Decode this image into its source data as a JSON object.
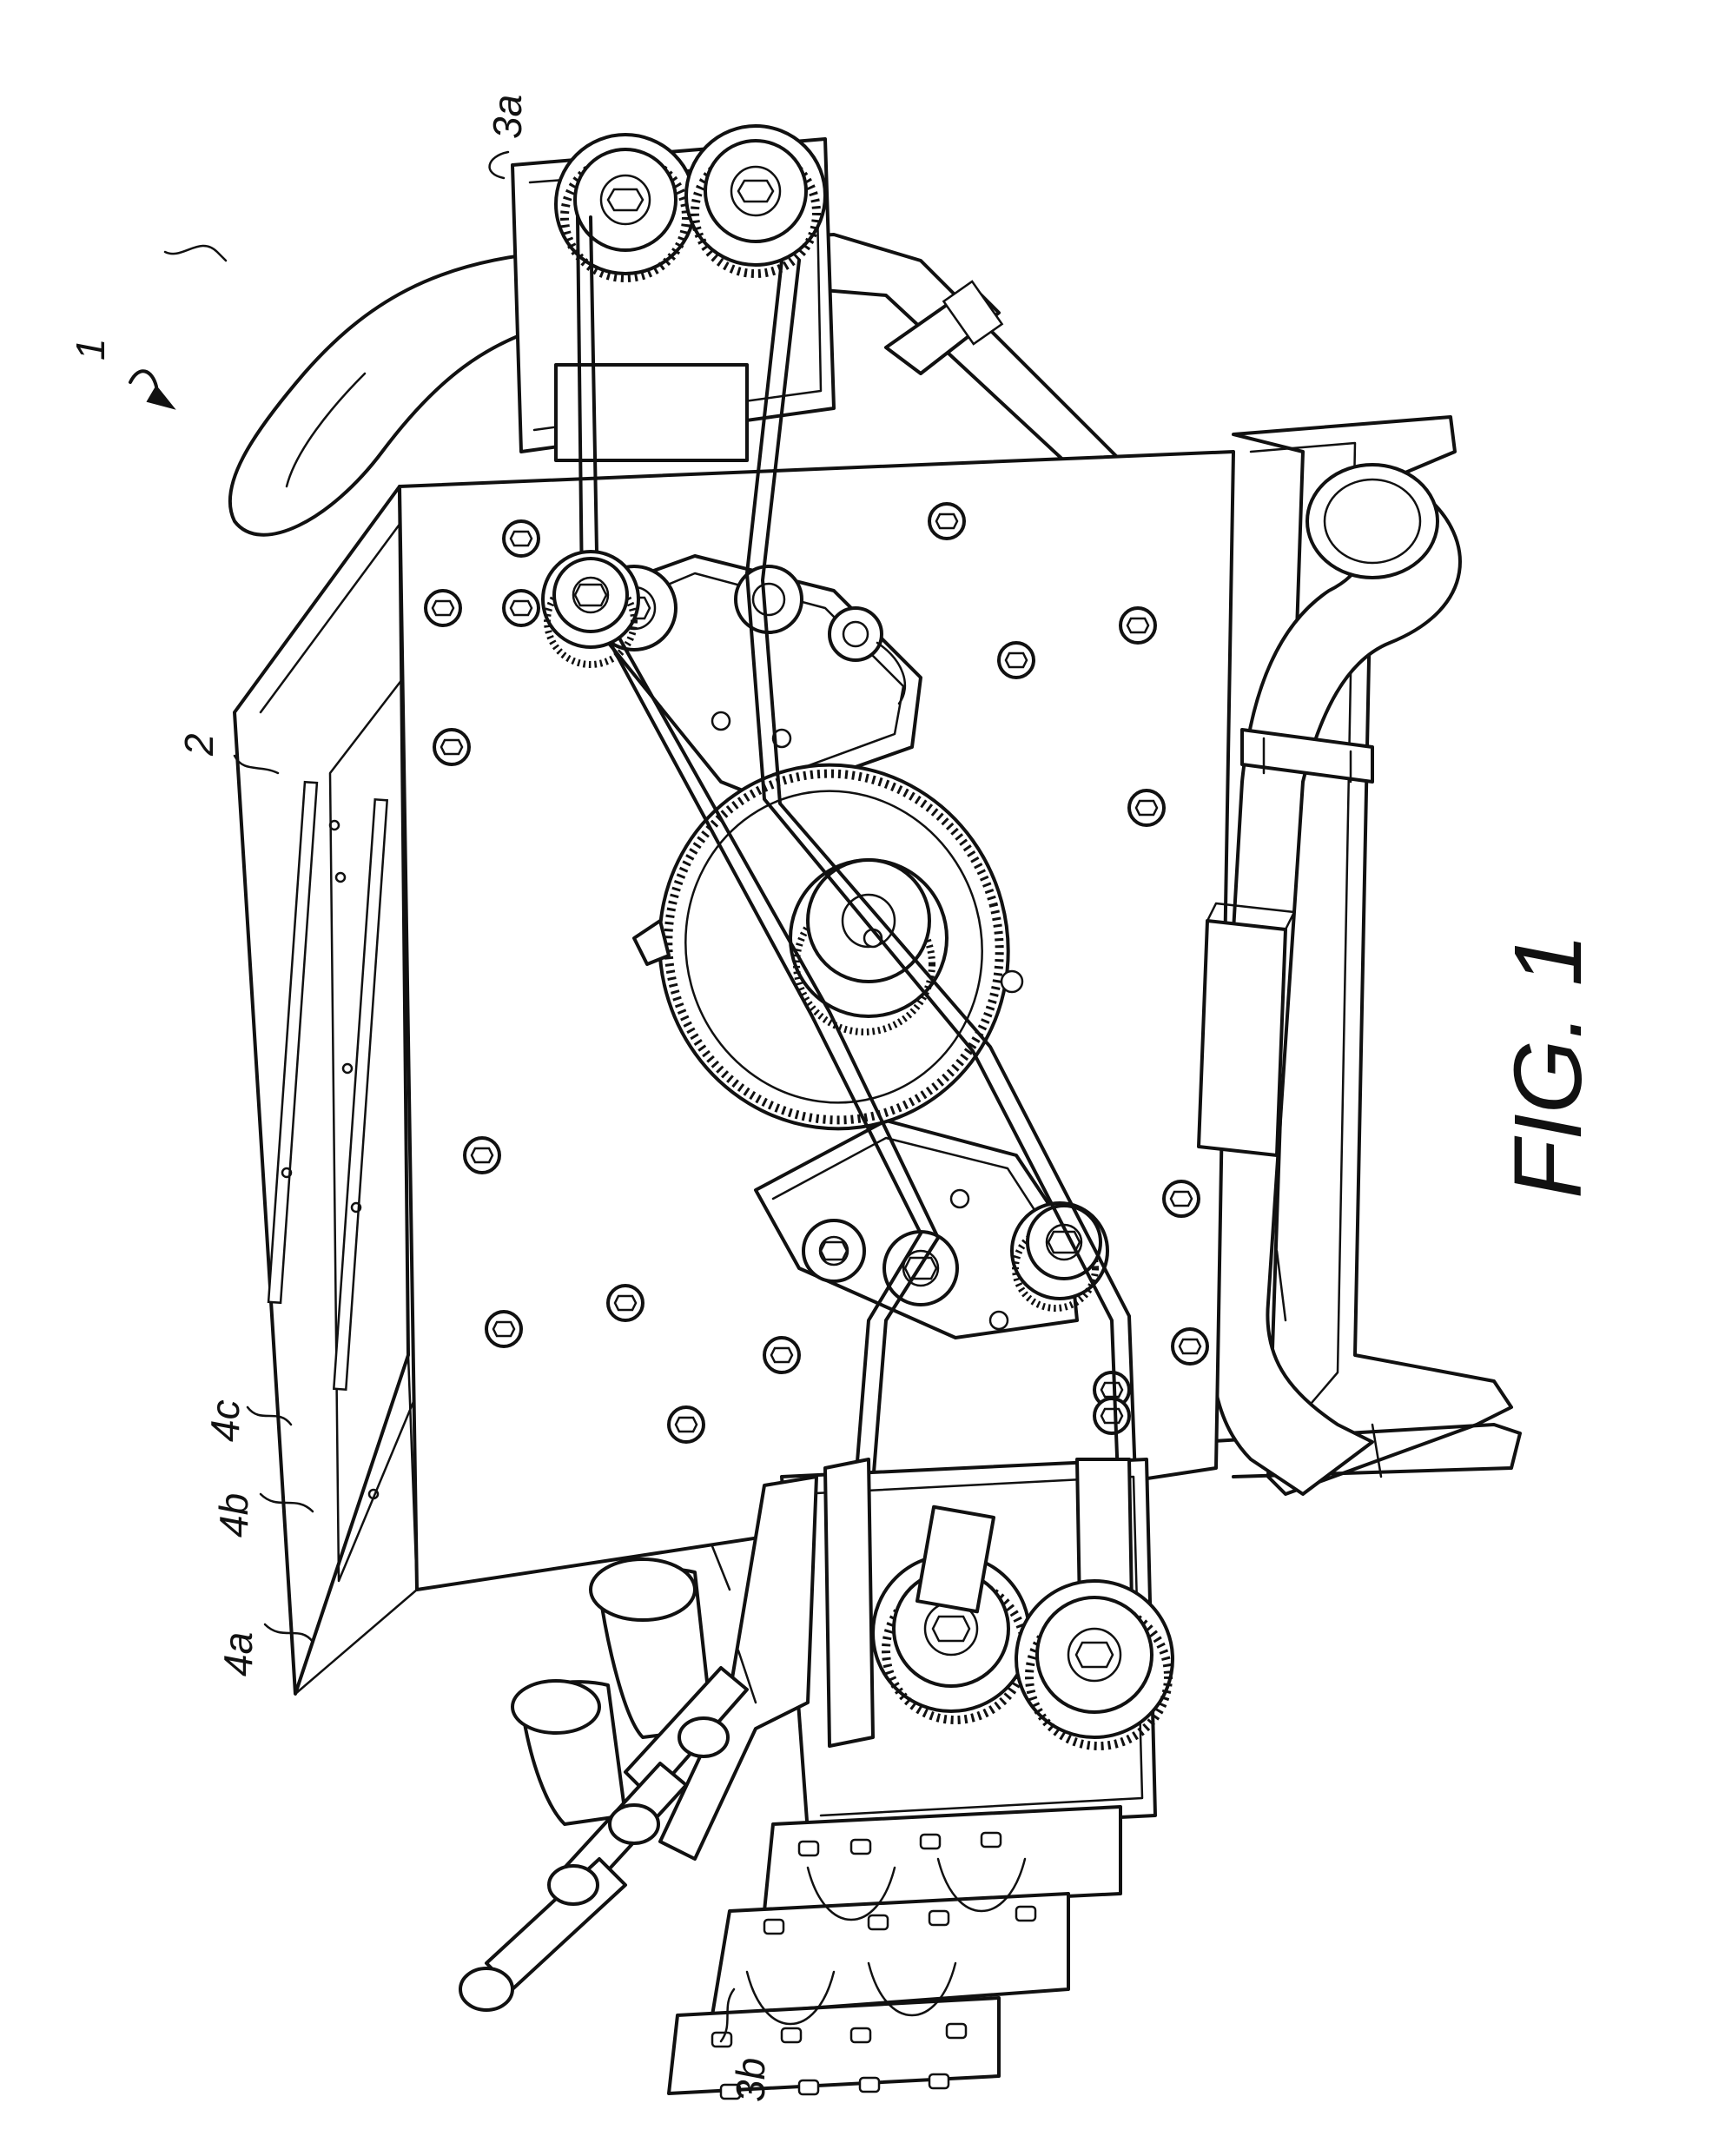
{
  "figure": {
    "caption": "FIG. 1"
  },
  "references": {
    "device": "1",
    "housing": "2",
    "roller_unit_top": "3a",
    "roller_unit_bottom": "3b",
    "plate_a": "4a",
    "plate_b": "4b",
    "plate_c": "4c"
  }
}
